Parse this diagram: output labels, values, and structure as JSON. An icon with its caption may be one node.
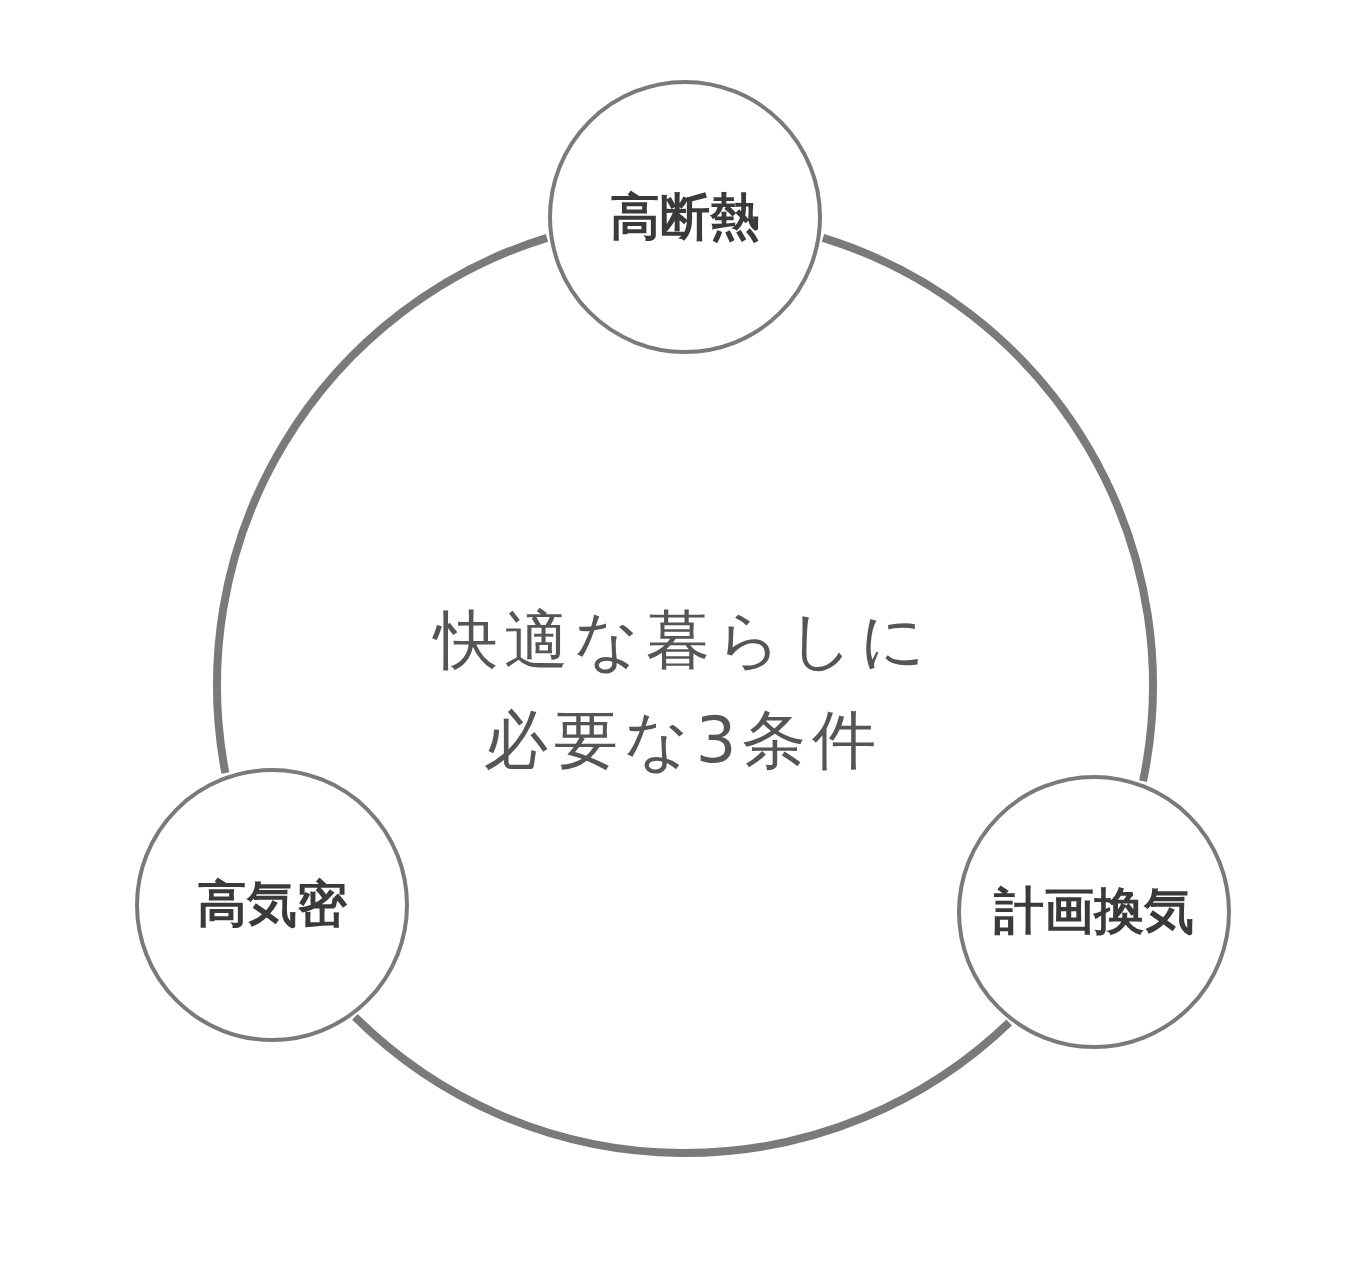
{
  "diagram": {
    "nodes": [
      {
        "text": [
          "高断熱"
        ]
      },
      {
        "text": [
          "計画換気"
        ]
      },
      {
        "text": [
          "高気密"
        ]
      }
    ],
    "edges": [
      {
        "from": 0,
        "to": 1,
        "arrow": "none"
      },
      {
        "from": 1,
        "to": 2,
        "arrow": "none"
      },
      {
        "from": 2,
        "to": 0,
        "arrow": "none"
      }
    ],
    "labels": [
      "快適な暮らしに必要な3条件"
    ]
  }
}
